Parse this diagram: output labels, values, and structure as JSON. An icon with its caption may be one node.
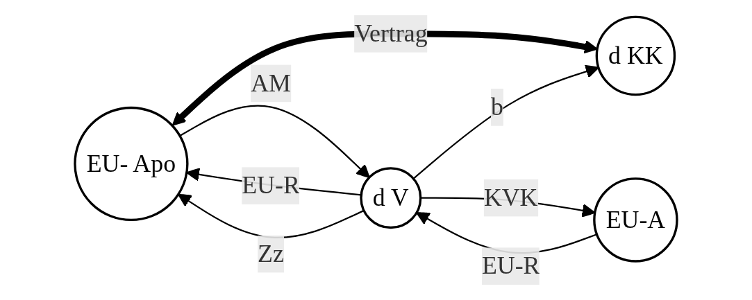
{
  "diagram": {
    "nodes": [
      {
        "text": [
          "d KK"
        ]
      },
      {
        "text": [
          "EU- Apo"
        ]
      },
      {
        "text": [
          "d V"
        ]
      },
      {
        "text": [
          "EU-A"
        ]
      }
    ],
    "edges": [
      {
        "from": 1,
        "to": 0,
        "arrow": "both",
        "label": "Vertrag",
        "style": "thick"
      },
      {
        "from": 2,
        "to": 0,
        "arrow": "to",
        "label": "b"
      },
      {
        "from": 2,
        "to": 1,
        "arrow": "to",
        "label": "EU-R"
      },
      {
        "from": 2,
        "to": 1,
        "arrow": "to",
        "label": "Zz"
      },
      {
        "from": 1,
        "to": 2,
        "arrow": "to",
        "label": "AM"
      },
      {
        "from": 3,
        "to": 2,
        "arrow": "to",
        "label": "EU-R"
      },
      {
        "from": 2,
        "to": 3,
        "arrow": "to",
        "label": "KVK"
      }
    ]
  }
}
